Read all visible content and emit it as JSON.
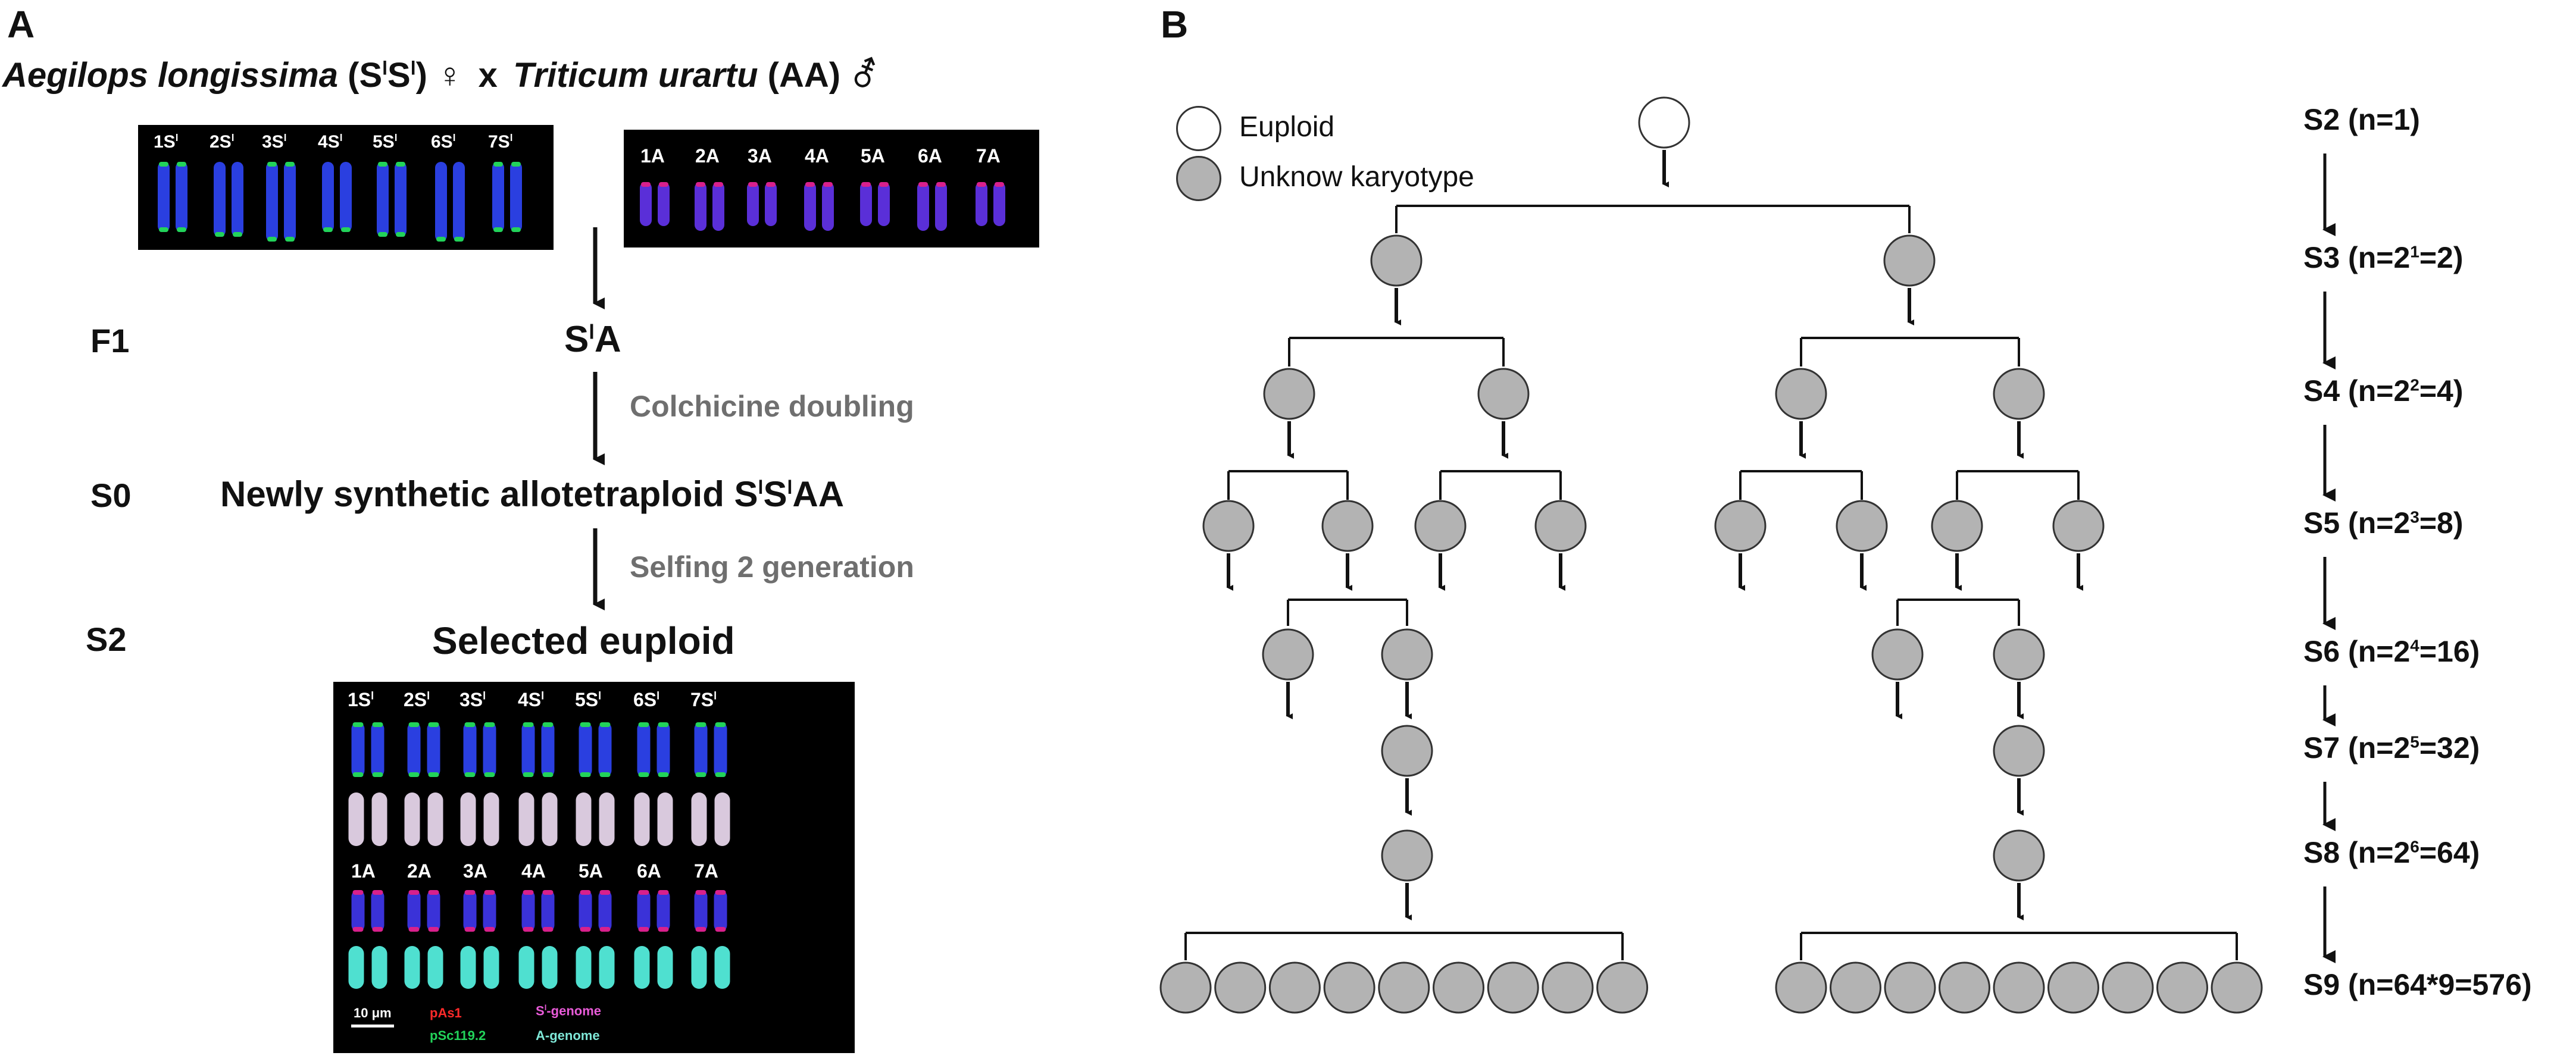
{
  "panel_a": {
    "label": "A",
    "cross": {
      "female_name": "Aegilops longissima",
      "female_genome": "(S",
      "female_sup1": "l",
      "female_mid": "S",
      "female_sup2": "l",
      "female_close": ")",
      "female_symbol": "♀",
      "cross_x": "x",
      "male_name": "Triticum urartu",
      "male_genome": "(AA)",
      "male_symbol": "⚦"
    },
    "sl_chromosomes": [
      "1S",
      "2S",
      "3S",
      "4S",
      "5S",
      "6S",
      "7S"
    ],
    "sl_sup": "l",
    "a_chromosomes": [
      "1A",
      "2A",
      "3A",
      "4A",
      "5A",
      "6A",
      "7A"
    ],
    "f1": {
      "label": "F1",
      "value_base": "S",
      "value_sup": "l",
      "value_tail": "A"
    },
    "step1": "Colchicine doubling",
    "s0": {
      "label": "S0",
      "text_pre": "Newly synthetic allotetraploid S",
      "sup1": "l",
      "mid": "S",
      "sup2": "l",
      "tail": "AA"
    },
    "step2": "Selfing 2 generation",
    "s2": {
      "label": "S2",
      "text": "Selected euploid"
    },
    "karyotype_image": {
      "sl_labels": [
        "1S",
        "2S",
        "3S",
        "4S",
        "5S",
        "6S",
        "7S"
      ],
      "a_labels": [
        "1A",
        "2A",
        "3A",
        "4A",
        "5A",
        "6A",
        "7A"
      ],
      "scale_bar": "10 μm",
      "legend_pas1": "pAs1",
      "legend_psc": "pSc119.2",
      "legend_sl_genome": "S",
      "legend_sl_sup": "l",
      "legend_sl_tail": "-genome",
      "legend_a_genome": "A-genome"
    }
  },
  "panel_b": {
    "label": "B",
    "legend": {
      "euploid": "Euploid",
      "unknown": "Unknow karyotype"
    },
    "generations": [
      {
        "pre": "S2 (n=1)",
        "sup": "",
        "post": ""
      },
      {
        "pre": "S3 (n=2",
        "sup": "1",
        "post": "=2)"
      },
      {
        "pre": "S4 (n=2",
        "sup": "2",
        "post": "=4)"
      },
      {
        "pre": "S5 (n=2",
        "sup": "3",
        "post": "=8)"
      },
      {
        "pre": "S6 (n=2",
        "sup": "4",
        "post": "=16)"
      },
      {
        "pre": "S7 (n=2",
        "sup": "5",
        "post": "=32)"
      },
      {
        "pre": "S8 (n=2",
        "sup": "6",
        "post": "=64)"
      },
      {
        "pre": "S9 (n=64*9=576)",
        "sup": "",
        "post": ""
      }
    ]
  },
  "colors": {
    "node_fill": "#b3b3b3",
    "node_stroke": "#333333",
    "step_gray": "#6f6f6f",
    "image_bg": "#000000",
    "chrom_blue": "#2a3fe0",
    "sl_green": "#22d35a",
    "a_magenta": "#d8208c"
  }
}
